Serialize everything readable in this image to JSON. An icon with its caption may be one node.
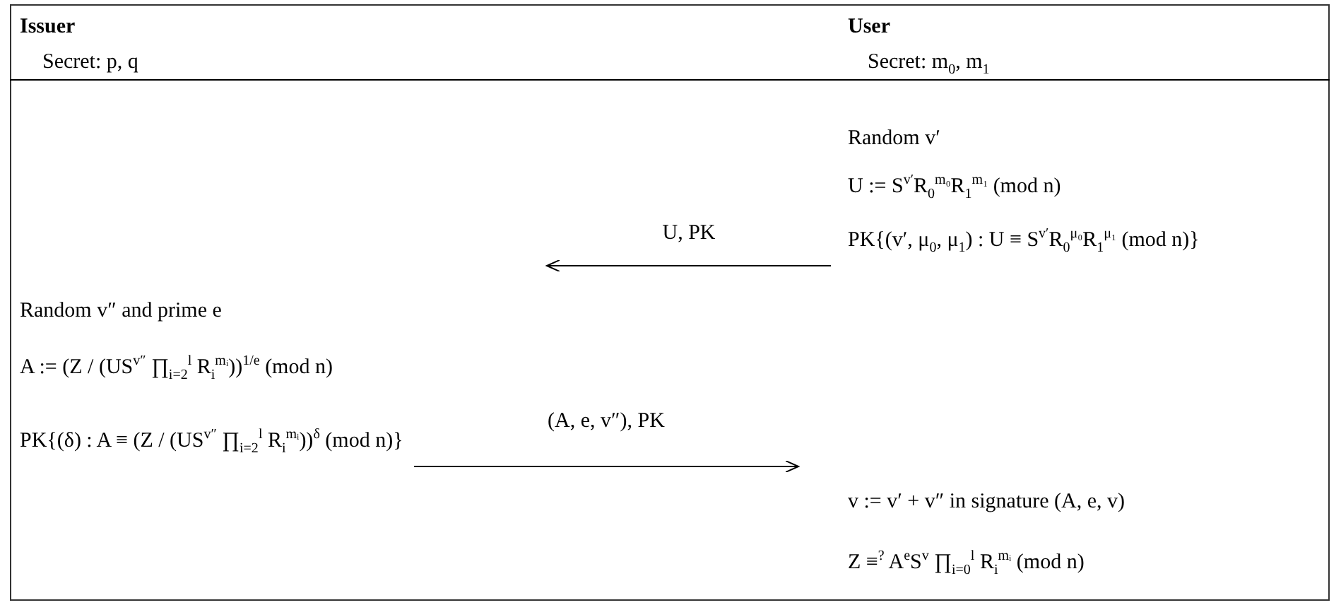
{
  "diagram": {
    "nodes": [
      {
        "text": [
          "PK{(v′, μ$_{0}$, μ$_{1}$) : U ≡ S$^{v′}$R$_{0}$$^{μ₀}$R$_{1}$$^{μ₁}$   (mod n)}"
        ]
      },
      {
        "text": [
          "PK{(δ) : A ≡ (Z / (US$^{v″}$ ∏$_{i=2}$$^{l}$ R$_{i}$$^{mᵢ}$))$^{δ}$   (mod n)}"
        ]
      }
    ],
    "edges": [
      {
        "from": 0,
        "to": null,
        "arrow": "to",
        "label": "U, PK"
      },
      {
        "from": 1,
        "to": null,
        "arrow": "to",
        "label": "(A, e, v″), PK"
      }
    ],
    "labels": [
      "Issuer",
      "User",
      "Secret: p, q",
      "Secret: m$_{0}$, m$_{1}$",
      "Random v′",
      "U := S$^{v′}$R$_{0}$$^{m₀}$R$_{1}$$^{m₁}$   (mod n)",
      "Random v″ and prime e",
      "A := (Z / (US$^{v″}$ ∏$_{i=2}$$^{l}$ R$_{i}$$^{mᵢ}$))$^{1/e}$   (mod n)",
      "v := v′ + v″ in signature (A, e, v)",
      "Z ≡$^{?}$ A$^{e}$S$^{v}$ ∏$_{i=0}$$^{l}$ R$_{i}$$^{mᵢ}$   (mod n)"
    ]
  }
}
